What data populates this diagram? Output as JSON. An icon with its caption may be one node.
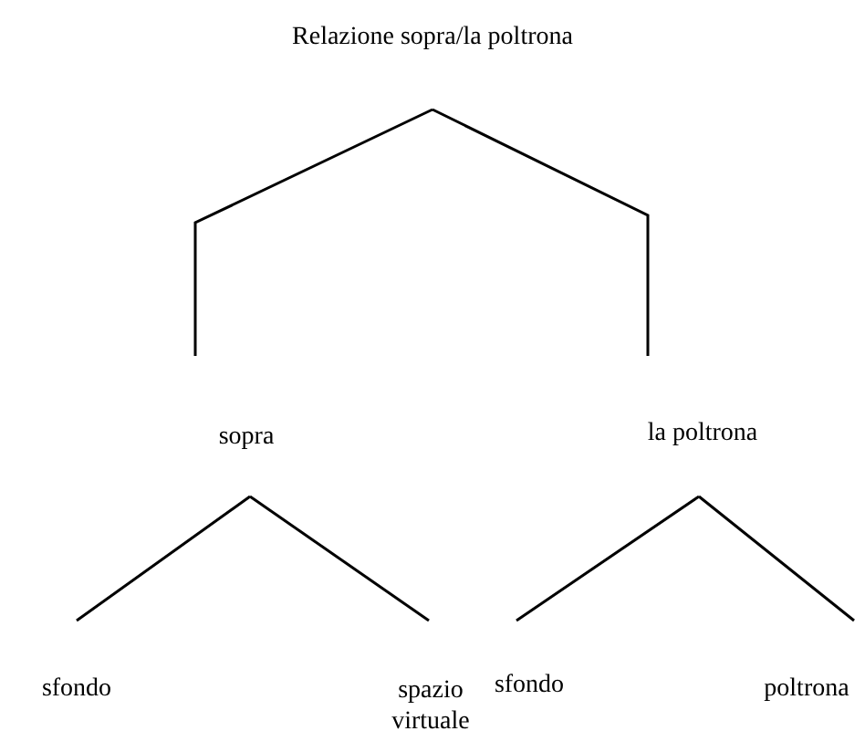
{
  "diagram": {
    "nodes": [
      {
        "text": [
          "Relazione sopra/la poltrona"
        ]
      },
      {
        "text": [
          "sopra"
        ]
      },
      {
        "text": [
          "la poltrona"
        ]
      },
      {
        "text": [
          "sfondo"
        ]
      },
      {
        "text": [
          "spazio virtuale"
        ]
      },
      {
        "text": [
          "sfondo"
        ]
      },
      {
        "text": [
          "poltrona"
        ]
      }
    ],
    "edges": [
      {
        "from": 0,
        "to": 1,
        "arrow": "none"
      },
      {
        "from": 0,
        "to": 2,
        "arrow": "none"
      },
      {
        "from": 1,
        "to": 3,
        "arrow": "none"
      },
      {
        "from": 1,
        "to": 4,
        "arrow": "none"
      },
      {
        "from": 2,
        "to": 5,
        "arrow": "none"
      },
      {
        "from": 2,
        "to": 6,
        "arrow": "none"
      }
    ]
  }
}
